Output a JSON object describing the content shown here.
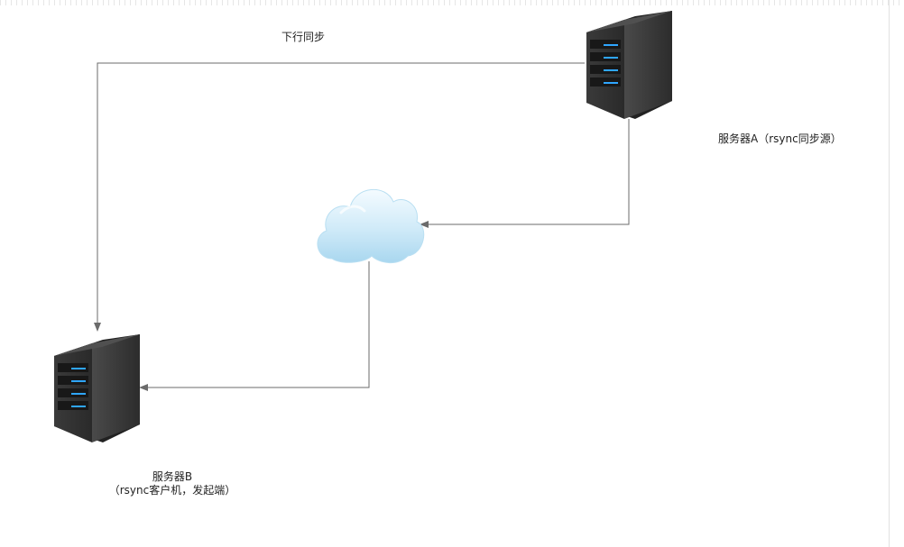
{
  "diagram": {
    "edge_label": "下行同步",
    "server_a": {
      "label": "服务器A（rsync同步源）",
      "icon": "server-tower-icon"
    },
    "server_b": {
      "line1": "服务器B",
      "line2": "（rsync客户机，发起端）",
      "icon": "server-tower-icon"
    },
    "network": {
      "icon": "cloud-icon"
    },
    "colors": {
      "edge": "#6b6b6b",
      "server_body": "#333333",
      "server_led": "#2fa6ff",
      "cloud": "#bfe4f6"
    }
  }
}
